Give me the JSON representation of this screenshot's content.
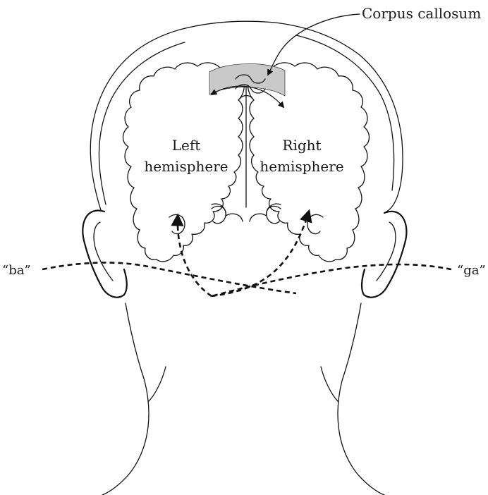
{
  "labels": {
    "corpus_callosum": "Corpus callosum",
    "left_line1": "Left",
    "left_line2": "hemisphere",
    "right_line1": "Right",
    "right_line2": "hemisphere",
    "left_ear_sound": "“ba”",
    "right_ear_sound": "“ga”"
  },
  "colors": {
    "ink": "#111111",
    "corpus_callosum_fill": "#c9c9c9",
    "background": "#ffffff"
  }
}
